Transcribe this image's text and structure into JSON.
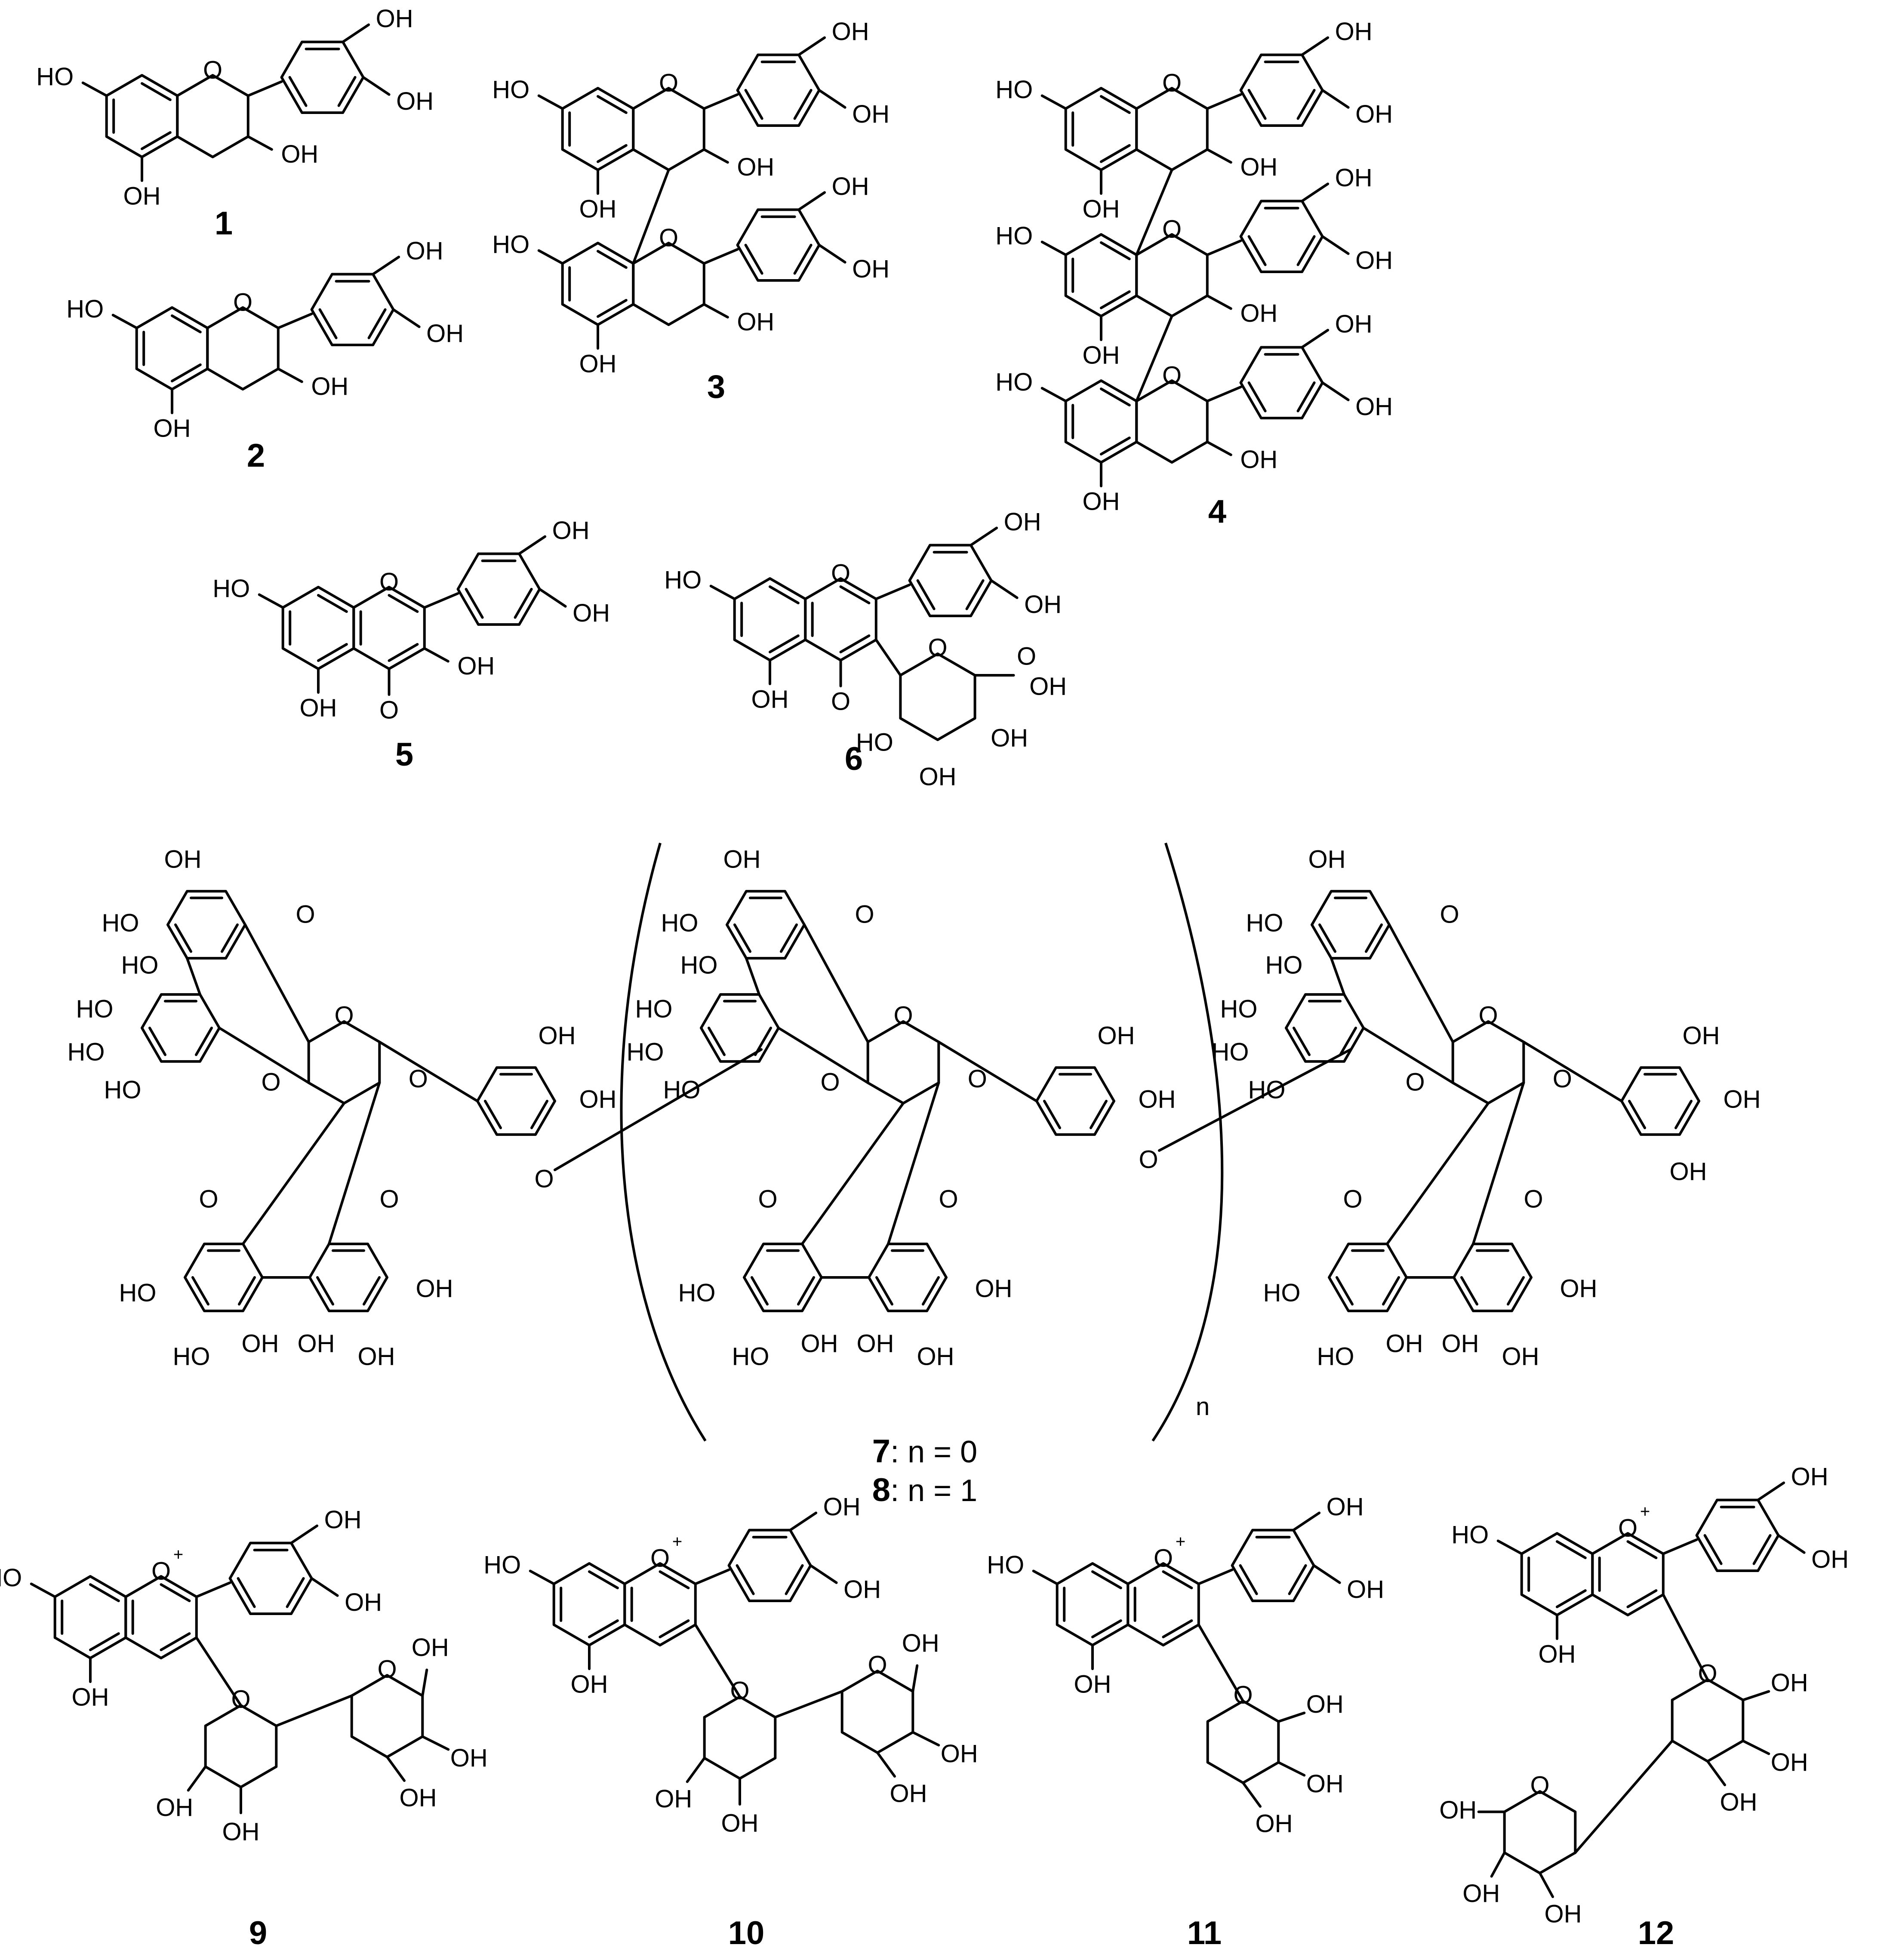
{
  "figure": {
    "hydroxyl_label": "OH",
    "hydroxyl_label_left": "HO",
    "ring_oxygen_label": "O",
    "charge_label": "+",
    "repeat_label": "n",
    "compounds": [
      "1",
      "2",
      "3",
      "4",
      "5",
      "6",
      "7",
      "8",
      "9",
      "10",
      "11",
      "12"
    ],
    "caption_7_number": "7",
    "caption_7_text": ": n = 0",
    "caption_8_number": "8",
    "caption_8_text": ": n = 1",
    "bond_color": "#000000",
    "background_color": "#ffffff"
  }
}
